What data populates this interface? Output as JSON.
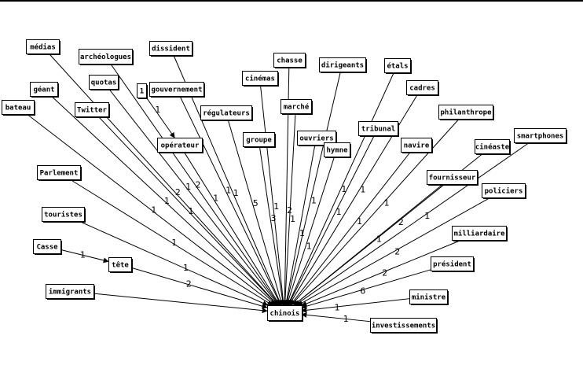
{
  "graph": {
    "target": "chinois",
    "nodes": [
      {
        "id": "chinois",
        "label": "chinois"
      },
      {
        "id": "medias",
        "label": "médias"
      },
      {
        "id": "archeologues",
        "label": "archéologues"
      },
      {
        "id": "dissident",
        "label": "dissident"
      },
      {
        "id": "chasse",
        "label": "chasse"
      },
      {
        "id": "dirigeants",
        "label": "dirigeants"
      },
      {
        "id": "etals",
        "label": "étals"
      },
      {
        "id": "cinemas",
        "label": "cinémas"
      },
      {
        "id": "quotas",
        "label": "quotas"
      },
      {
        "id": "un",
        "label": "1"
      },
      {
        "id": "gouvernement",
        "label": "gouvernement"
      },
      {
        "id": "cadres",
        "label": "cadres"
      },
      {
        "id": "geant",
        "label": "géant"
      },
      {
        "id": "bateau",
        "label": "bateau"
      },
      {
        "id": "twitter",
        "label": "Twitter"
      },
      {
        "id": "regulateurs",
        "label": "régulateurs"
      },
      {
        "id": "marche",
        "label": "marché"
      },
      {
        "id": "philanthrope",
        "label": "philanthrope"
      },
      {
        "id": "tribunal",
        "label": "tribunal"
      },
      {
        "id": "groupe",
        "label": "groupe"
      },
      {
        "id": "ouvriers",
        "label": "ouvriers"
      },
      {
        "id": "smartphones",
        "label": "smartphones"
      },
      {
        "id": "hymne",
        "label": "hymne"
      },
      {
        "id": "operateur",
        "label": "opérateur"
      },
      {
        "id": "navire",
        "label": "navire"
      },
      {
        "id": "cineaste",
        "label": "cinéaste"
      },
      {
        "id": "parlement",
        "label": "Parlement"
      },
      {
        "id": "fournisseur",
        "label": "fournisseur"
      },
      {
        "id": "policiers",
        "label": "policiers"
      },
      {
        "id": "touristes",
        "label": "touristes"
      },
      {
        "id": "milliardaire",
        "label": "milliardaire"
      },
      {
        "id": "casse",
        "label": "Casse"
      },
      {
        "id": "tete",
        "label": "tête"
      },
      {
        "id": "president",
        "label": "président"
      },
      {
        "id": "immigrants",
        "label": "immigrants"
      },
      {
        "id": "ministre",
        "label": "ministre"
      },
      {
        "id": "investissements",
        "label": "investissements"
      }
    ],
    "edges": [
      {
        "from": "medias",
        "to": "chinois",
        "label": "2"
      },
      {
        "from": "archeologues",
        "to": "chinois",
        "label": "2"
      },
      {
        "from": "quotas",
        "to": "chinois",
        "label": "1"
      },
      {
        "from": "un",
        "to": "operateur",
        "label": "1"
      },
      {
        "from": "gouvernement",
        "to": "chinois",
        "label": "1"
      },
      {
        "from": "dissident",
        "to": "chinois",
        "label": "1"
      },
      {
        "from": "regulateurs",
        "to": "chinois",
        "label": "5"
      },
      {
        "from": "cinemas",
        "to": "chinois",
        "label": "1"
      },
      {
        "from": "chasse",
        "to": "chinois",
        "label": "2"
      },
      {
        "from": "marche",
        "to": "chinois",
        "label": "1"
      },
      {
        "from": "groupe",
        "to": "chinois",
        "label": "3"
      },
      {
        "from": "dirigeants",
        "to": "chinois",
        "label": "1"
      },
      {
        "from": "ouvriers",
        "to": "chinois",
        "label": "1"
      },
      {
        "from": "hymne",
        "to": "chinois",
        "label": "1"
      },
      {
        "from": "etals",
        "to": "chinois",
        "label": "1"
      },
      {
        "from": "tribunal",
        "to": "chinois",
        "label": "1"
      },
      {
        "from": "cadres",
        "to": "chinois",
        "label": "1"
      },
      {
        "from": "navire",
        "to": "chinois",
        "label": "1"
      },
      {
        "from": "philanthrope",
        "to": "chinois",
        "label": "1"
      },
      {
        "from": "cineaste",
        "to": "chinois",
        "label": "2"
      },
      {
        "from": "smartphones",
        "to": "chinois",
        "label": "1"
      },
      {
        "from": "fournisseur",
        "to": "chinois",
        "label": "1"
      },
      {
        "from": "policiers",
        "to": "chinois",
        "label": "2"
      },
      {
        "from": "milliardaire",
        "to": "chinois",
        "label": "2"
      },
      {
        "from": "president",
        "to": "chinois",
        "label": "6"
      },
      {
        "from": "ministre",
        "to": "chinois",
        "label": "1"
      },
      {
        "from": "investissements",
        "to": "chinois",
        "label": "1"
      },
      {
        "from": "geant",
        "to": "chinois",
        "label": "1"
      },
      {
        "from": "bateau",
        "to": "chinois",
        "label": "1"
      },
      {
        "from": "twitter",
        "to": "chinois",
        "label": "1"
      },
      {
        "from": "operateur",
        "to": "chinois",
        "label": "1"
      },
      {
        "from": "parlement",
        "to": "chinois",
        "label": "1"
      },
      {
        "from": "touristes",
        "to": "chinois",
        "label": "1"
      },
      {
        "from": "tete",
        "to": "chinois",
        "label": "2"
      },
      {
        "from": "casse",
        "to": "tete",
        "label": "1"
      },
      {
        "from": "immigrants",
        "to": "chinois",
        "label": ""
      }
    ]
  }
}
